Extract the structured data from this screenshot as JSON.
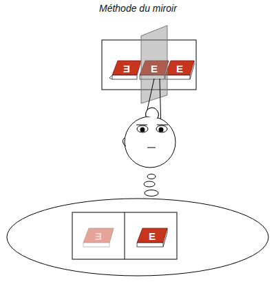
{
  "diagram": {
    "title": "Méthode du miroir",
    "labels": [
      "Ǝ",
      "E",
      "E",
      "Ǝ",
      "E"
    ]
  }
}
